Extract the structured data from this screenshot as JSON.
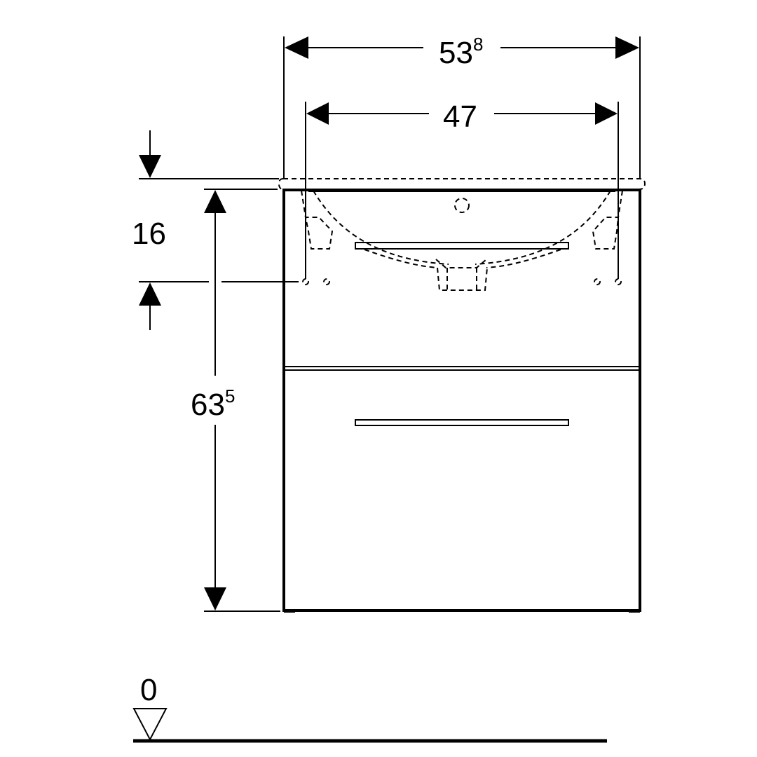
{
  "dimensions": {
    "overall_width": {
      "main": "53",
      "sup": "8"
    },
    "basin_width": {
      "main": "47"
    },
    "basin_height": {
      "main": "16"
    },
    "cabinet_height": {
      "main": "63",
      "sup": "5"
    },
    "floor_level": {
      "main": "0"
    }
  },
  "colors": {
    "line": "#000000",
    "background": "#ffffff"
  }
}
